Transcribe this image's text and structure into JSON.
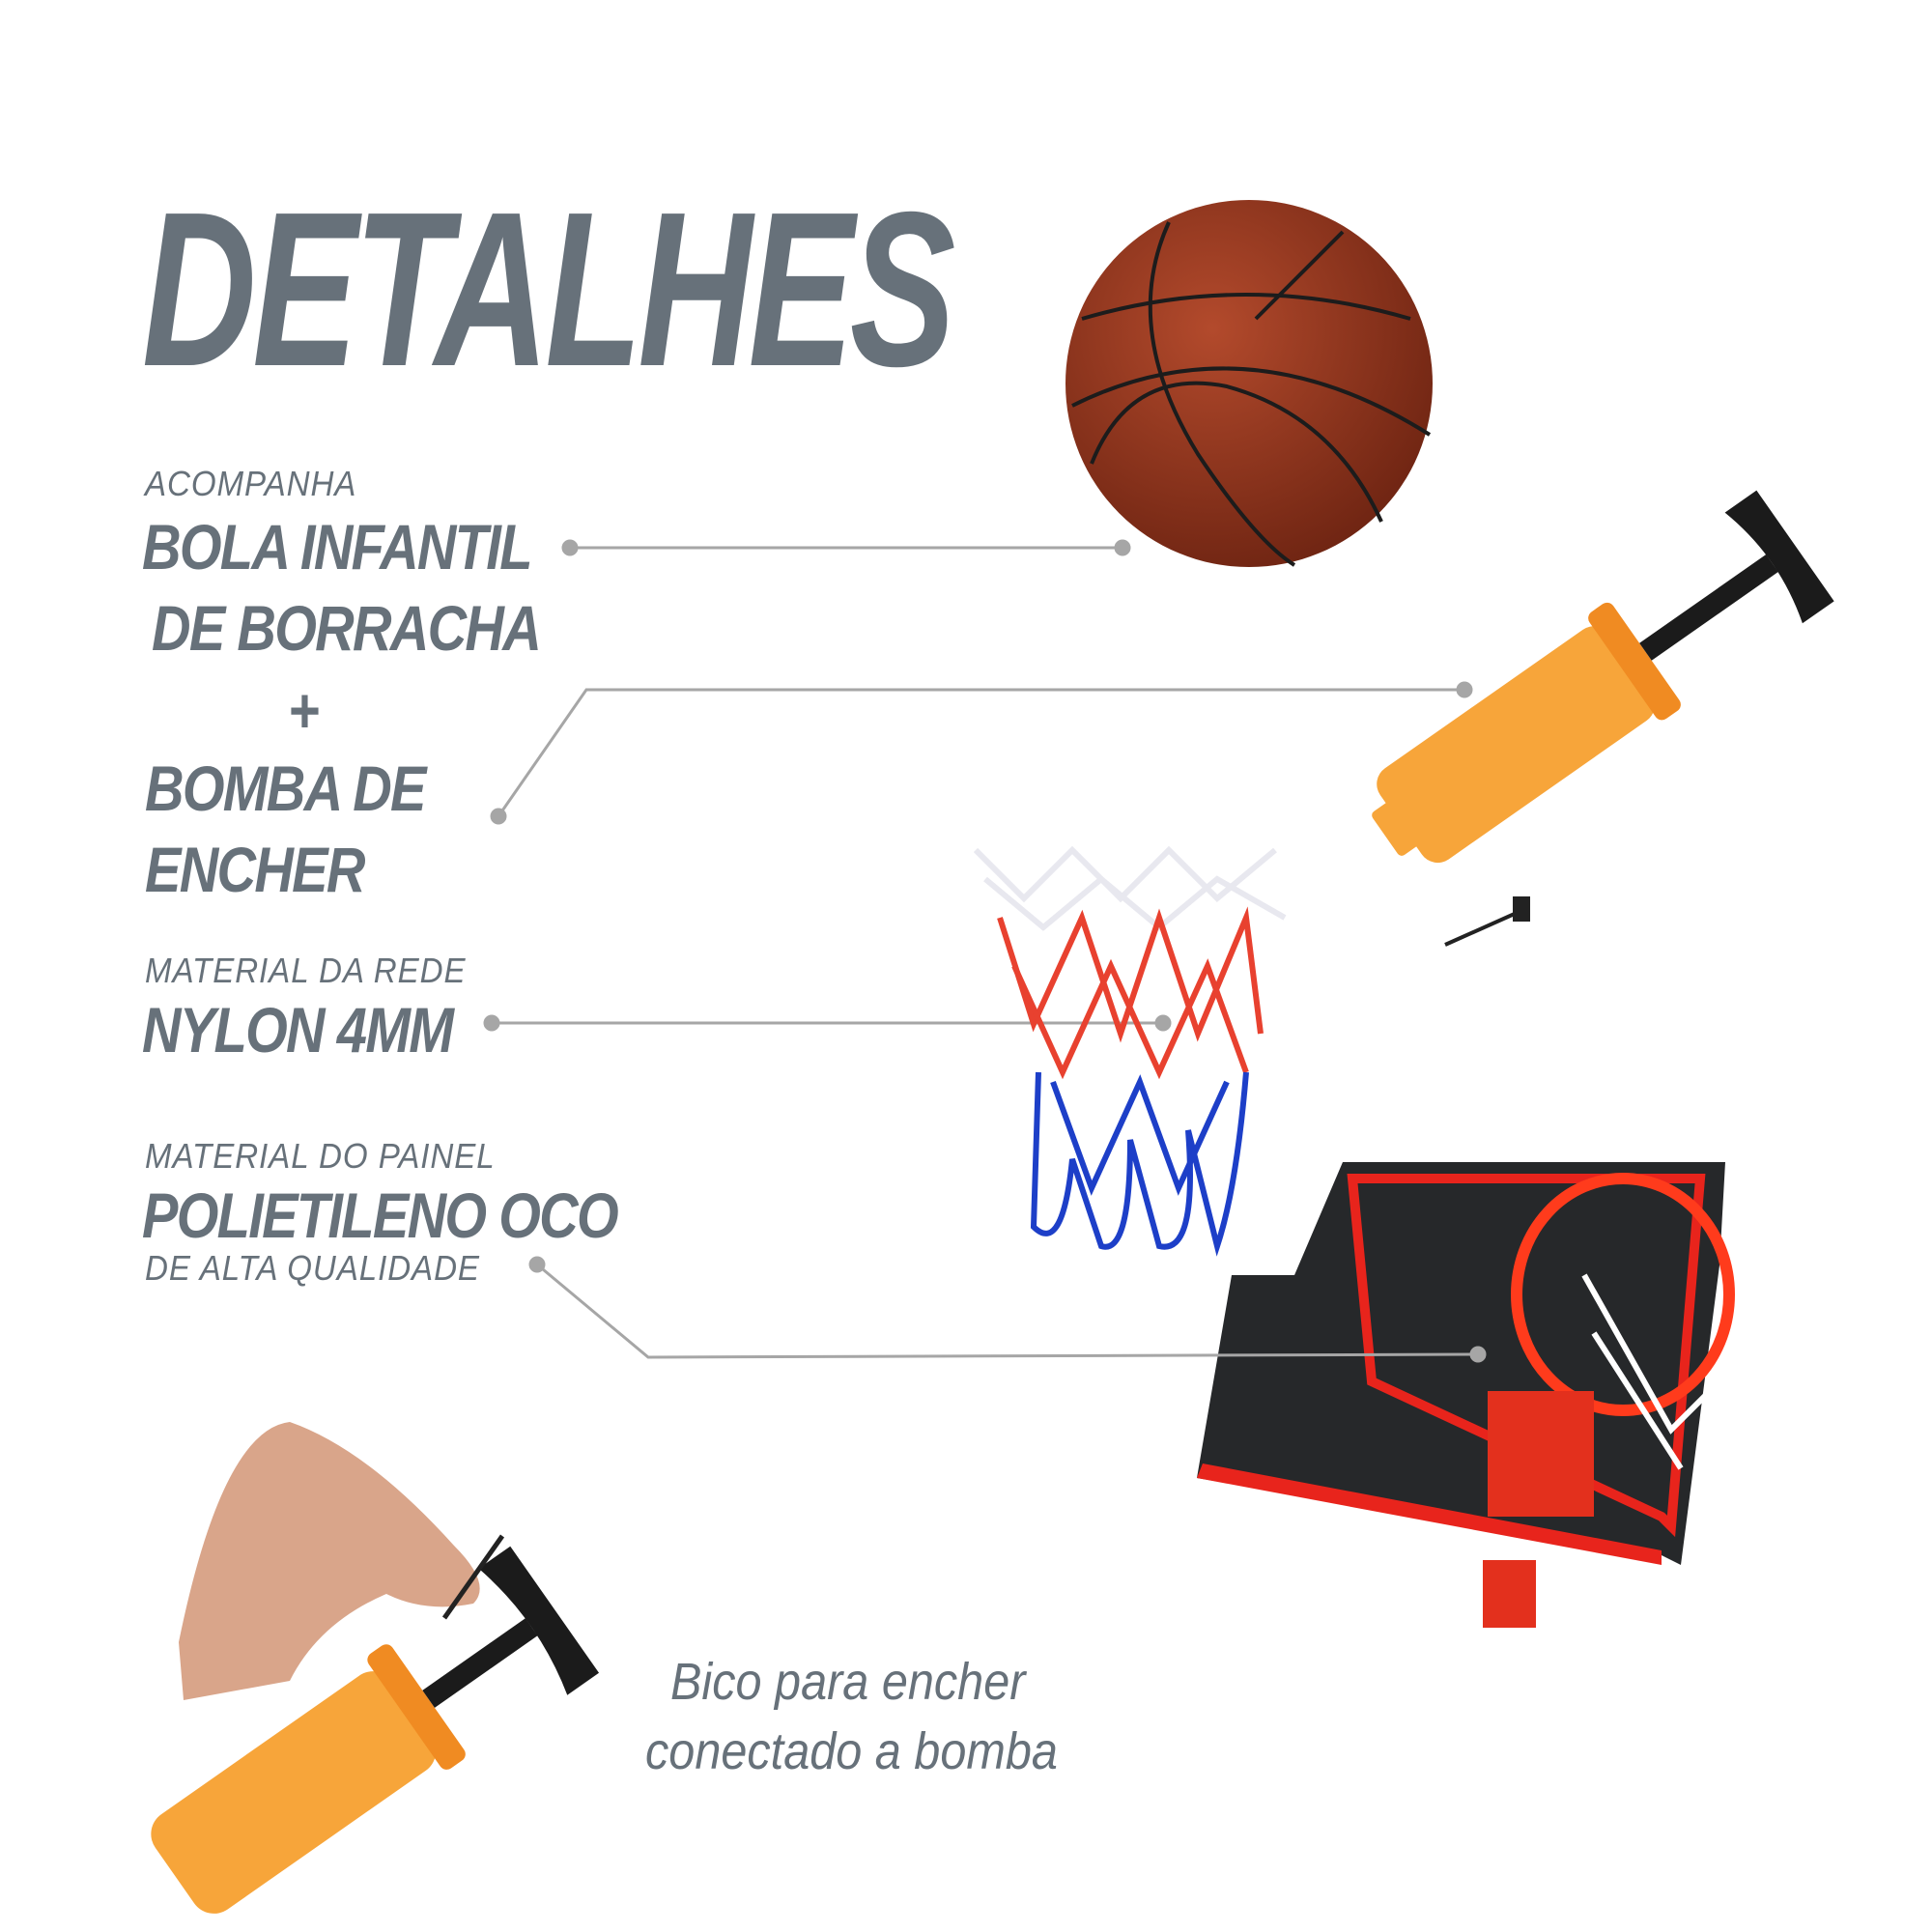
{
  "title": "DETALHES",
  "features": [
    {
      "label": "ACOMPANHA",
      "lines": [
        "BOLA INFANTIL",
        "DE BORRACHA"
      ],
      "plus": "+",
      "lines2": [
        "BOMBA DE",
        "ENCHER"
      ]
    },
    {
      "label": "MATERIAL DA REDE",
      "value": "NYLON 4MM"
    },
    {
      "label": "MATERIAL DO PAINEL",
      "value": "POLIETILENO OCO",
      "sub": "DE ALTA QUALIDADE"
    }
  ],
  "caption": [
    "Bico para encher",
    "conectado a bomba"
  ],
  "colors": {
    "text": "#67717a",
    "connector": "#a6a6a6",
    "ball": "#9c3a22",
    "pump": "#f7a53a",
    "net_red": "#e8412f",
    "net_blue": "#1d3fc8",
    "board": "#222222"
  }
}
